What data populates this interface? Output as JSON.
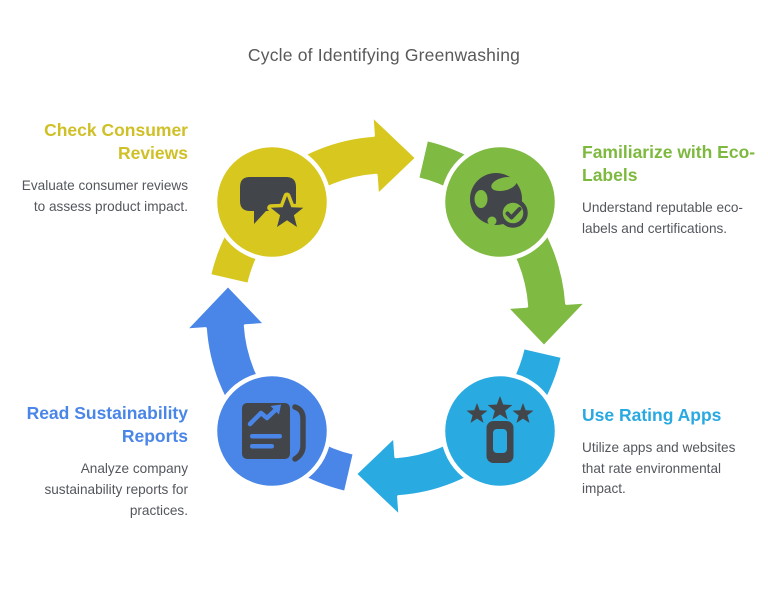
{
  "title": "Cycle of Identifying Greenwashing",
  "title_color": "#58595b",
  "body_text_color": "#53575d",
  "icon_color": "#42464b",
  "steps": [
    {
      "label": "Check Consumer Reviews",
      "description": "Evaluate consumer reviews to assess product impact.",
      "color": "#d7c71f",
      "icon": "chat-review-star-icon",
      "position": "top-left"
    },
    {
      "label": "Familiarize with Eco-Labels",
      "description": "Understand reputable eco-labels and certifications.",
      "color": "#7fba42",
      "icon": "globe-check-icon",
      "position": "top-right"
    },
    {
      "label": "Use Rating Apps",
      "description": "Utilize apps and websites that rate environmental impact.",
      "color": "#29abe2",
      "icon": "phone-rating-stars-icon",
      "position": "bottom-right"
    },
    {
      "label": "Read Sustainability Reports",
      "description": "Analyze company sustainability reports for practices.",
      "color": "#4a86e8",
      "icon": "report-chart-icon",
      "position": "bottom-left"
    }
  ]
}
